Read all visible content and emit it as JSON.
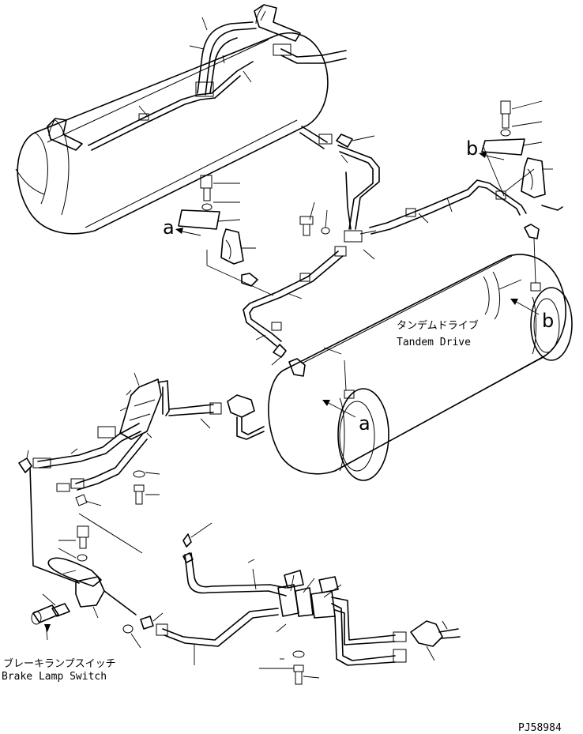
{
  "callouts": {
    "a": "a",
    "b": "b"
  },
  "labels": {
    "tandem_drive_jp": "タンデムドライブ",
    "tandem_drive_en": "Tandem Drive",
    "brake_lamp_switch_jp": "ブレーキランプスイッチ",
    "brake_lamp_switch_en": "Brake Lamp Switch"
  },
  "drawing_number": "PJ58984"
}
